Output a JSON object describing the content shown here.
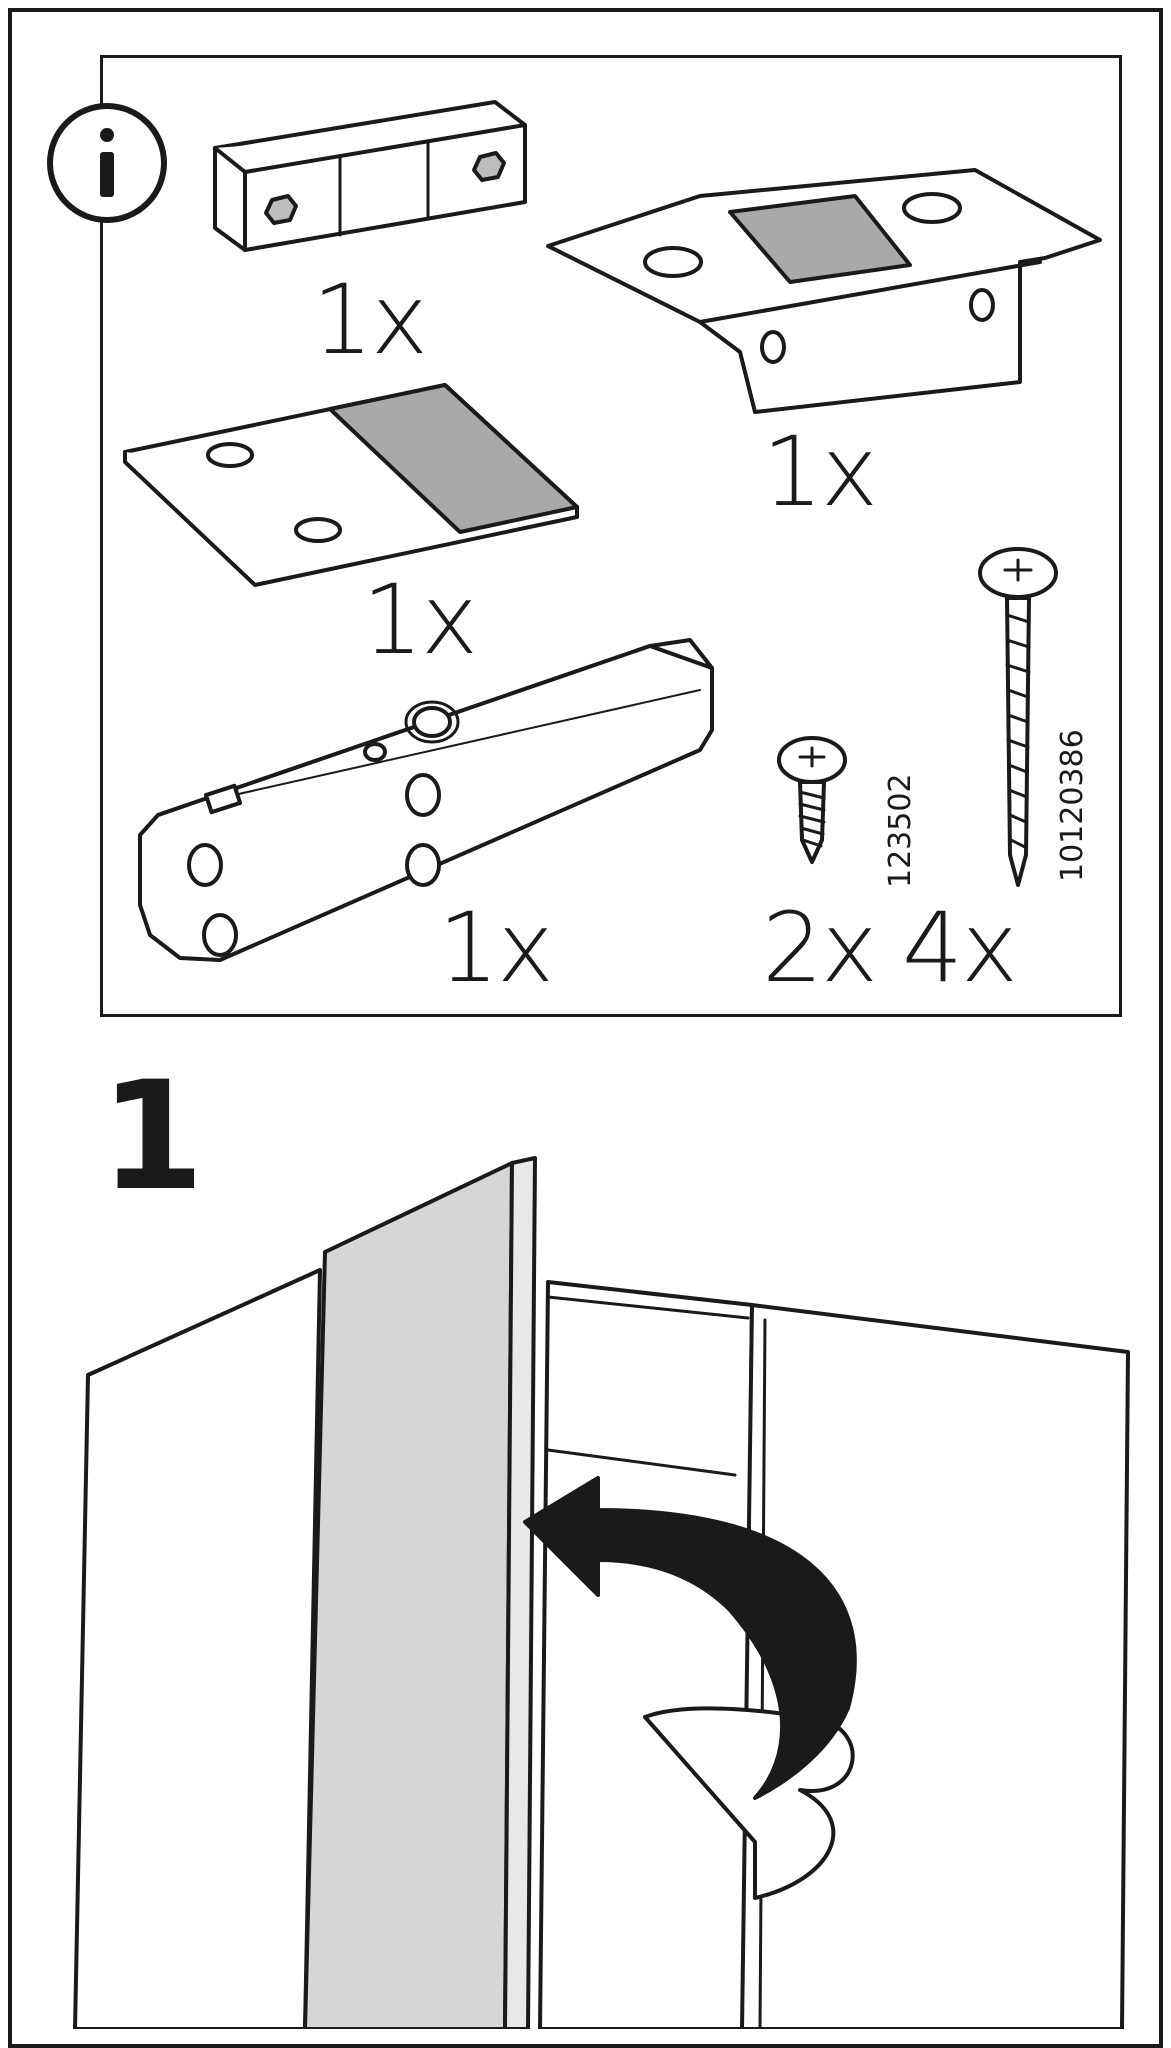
{
  "parts": {
    "bracket_block": {
      "qty": "1x",
      "icon": "bracket-block-icon"
    },
    "mounting_plate": {
      "qty": "1x",
      "icon": "mounting-plate-icon"
    },
    "flat_plate": {
      "qty": "1x",
      "icon": "flat-plate-icon"
    },
    "damper": {
      "qty": "1x",
      "icon": "damper-icon"
    },
    "short_screw": {
      "qty": "2x",
      "article_number": "123502",
      "icon": "screw-icon"
    },
    "long_screw": {
      "qty": "4x",
      "article_number": "10120386",
      "icon": "screw-icon"
    }
  },
  "info_icon": "info-icon",
  "step": {
    "number": "1",
    "icon": "rotation-arrow-icon"
  },
  "colors": {
    "line": "#1a1a1a",
    "panel_shade": "#d6d6d6",
    "part_shade": "#a9a9a9"
  }
}
